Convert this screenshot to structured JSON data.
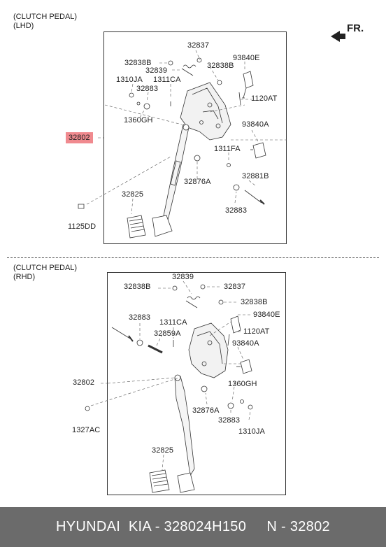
{
  "lhd": {
    "header_line1": "(CLUTCH PEDAL)",
    "header_line2": "(LHD)",
    "direction": "FR.",
    "highlight_part": "32802",
    "labels": {
      "p32837": "32837",
      "p32838B_a": "32838B",
      "p93840E": "93840E",
      "p32839": "32839",
      "p32838B_b": "32838B",
      "p1310JA": "1310JA",
      "p1311CA": "1311CA",
      "p32883_a": "32883",
      "p1120AT": "1120AT",
      "p1360GH": "1360GH",
      "p93840A": "93840A",
      "p1311FA": "1311FA",
      "p32881B": "32881B",
      "p32876A": "32876A",
      "p32825": "32825",
      "p32883_b": "32883",
      "p1125DD": "1125DD"
    }
  },
  "rhd": {
    "header_line1": "(CLUTCH PEDAL)",
    "header_line2": "(RHD)",
    "labels": {
      "p32839": "32839",
      "p32838B_a": "32838B",
      "p32837": "32837",
      "p32838B_b": "32838B",
      "p32883_a": "32883",
      "p1311CA": "1311CA",
      "p93840E": "93840E",
      "p32859A": "32859A",
      "p1120AT": "1120AT",
      "p93840A": "93840A",
      "p32802": "32802",
      "p1360GH": "1360GH",
      "p32876A": "32876A",
      "p32883_b": "32883",
      "p1327AC": "1327AC",
      "p1310JA": "1310JA",
      "p32825": "32825"
    }
  },
  "footer": {
    "text": "HYUNDAI  KIA - 328024H150     N - 32802"
  }
}
